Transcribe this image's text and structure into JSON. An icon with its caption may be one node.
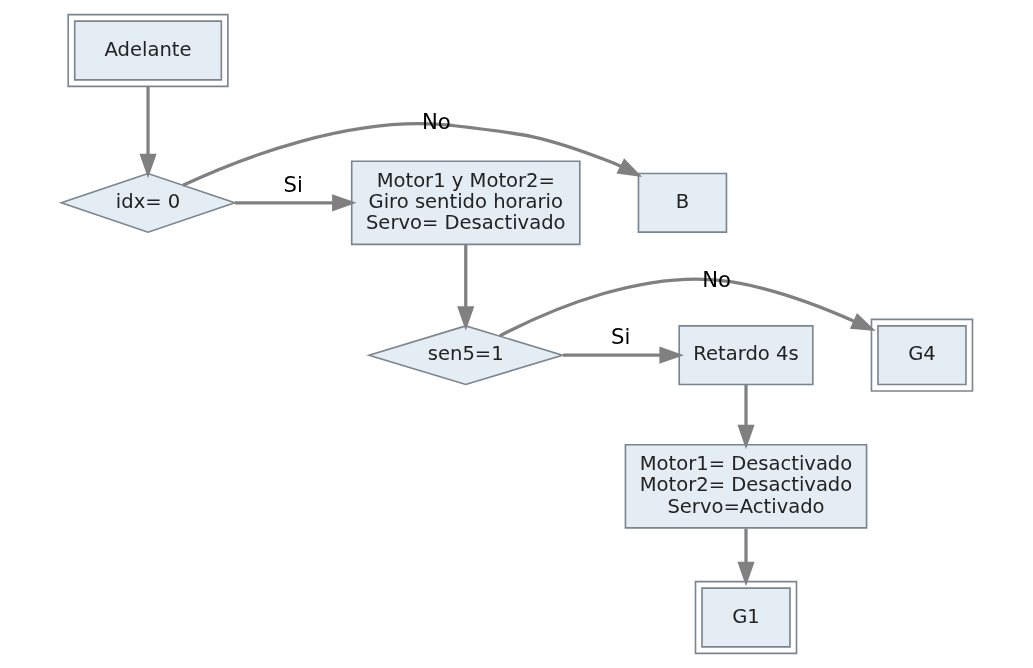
{
  "diagram": {
    "nodes": [
      {
        "text": [
          "Adelante"
        ]
      },
      {
        "text": [
          "idx= 0"
        ]
      },
      {
        "text": [
          "B"
        ]
      },
      {
        "text": [
          "Motor1 y Motor2= Giro sentido horario Servo= Desactivado"
        ]
      },
      {
        "text": [
          "sen5=1"
        ]
      },
      {
        "text": [
          "G4"
        ]
      },
      {
        "text": [
          "Retardo 4s"
        ]
      },
      {
        "text": [
          "Motor1= Desactivado Motor2= Desactivado Servo=Activado"
        ]
      },
      {
        "text": [
          "G1"
        ]
      }
    ],
    "edges": [
      {
        "from": 0,
        "to": 1,
        "arrow": "to"
      },
      {
        "from": 1,
        "to": 2,
        "arrow": "to",
        "label": "No"
      },
      {
        "from": 1,
        "to": 3,
        "arrow": "to",
        "label": "Si"
      },
      {
        "from": 3,
        "to": 4,
        "arrow": "to"
      },
      {
        "from": 4,
        "to": 5,
        "arrow": "to",
        "label": "No"
      },
      {
        "from": 4,
        "to": 6,
        "arrow": "to",
        "label": "Si"
      },
      {
        "from": 6,
        "to": 7,
        "arrow": "to"
      },
      {
        "from": 7,
        "to": 8,
        "arrow": "to"
      }
    ]
  }
}
